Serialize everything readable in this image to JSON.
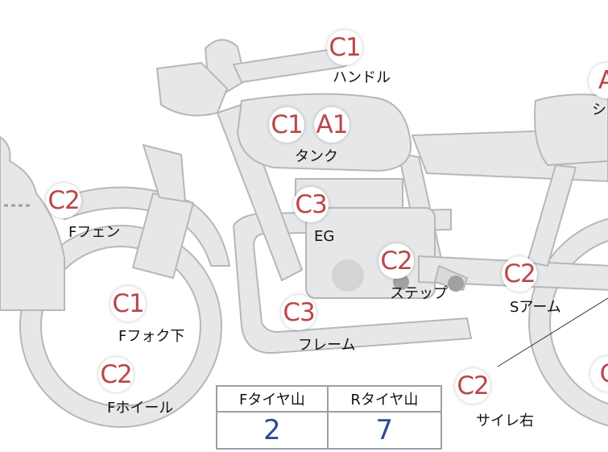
{
  "parts": [
    {
      "id": "handle",
      "codes": [
        "C1"
      ],
      "label": "ハンドル"
    },
    {
      "id": "tank",
      "codes": [
        "C1",
        "A1"
      ],
      "label": "タンク"
    },
    {
      "id": "seat",
      "codes": [
        "A"
      ],
      "label": "シ"
    },
    {
      "id": "f-fender",
      "codes": [
        "C2"
      ],
      "label": "Fフェン"
    },
    {
      "id": "eg",
      "codes": [
        "C3"
      ],
      "label": "EG"
    },
    {
      "id": "step",
      "codes": [
        "C2"
      ],
      "label": "ステップ"
    },
    {
      "id": "s-arm",
      "codes": [
        "C2"
      ],
      "label": "Sアーム"
    },
    {
      "id": "f-fork-lower",
      "codes": [
        "C1"
      ],
      "label": "Fフォク下"
    },
    {
      "id": "frame",
      "codes": [
        "C3"
      ],
      "label": "フレーム"
    },
    {
      "id": "f-wheel",
      "codes": [
        "C2"
      ],
      "label": "Fホイール"
    },
    {
      "id": "silencer-right",
      "codes": [
        "C2"
      ],
      "label": "サイレ右"
    },
    {
      "id": "rear-edge",
      "codes": [
        "C"
      ],
      "label": ""
    }
  ],
  "tire_table": {
    "headers": [
      "Fタイヤ山",
      "Rタイヤ山"
    ],
    "values": [
      "2",
      "7"
    ]
  },
  "colors": {
    "badge_text": "#b9474a",
    "table_value": "#2d4a96",
    "bike_fill": "#e6e7e8",
    "bike_stroke": "#b5b7b9"
  }
}
